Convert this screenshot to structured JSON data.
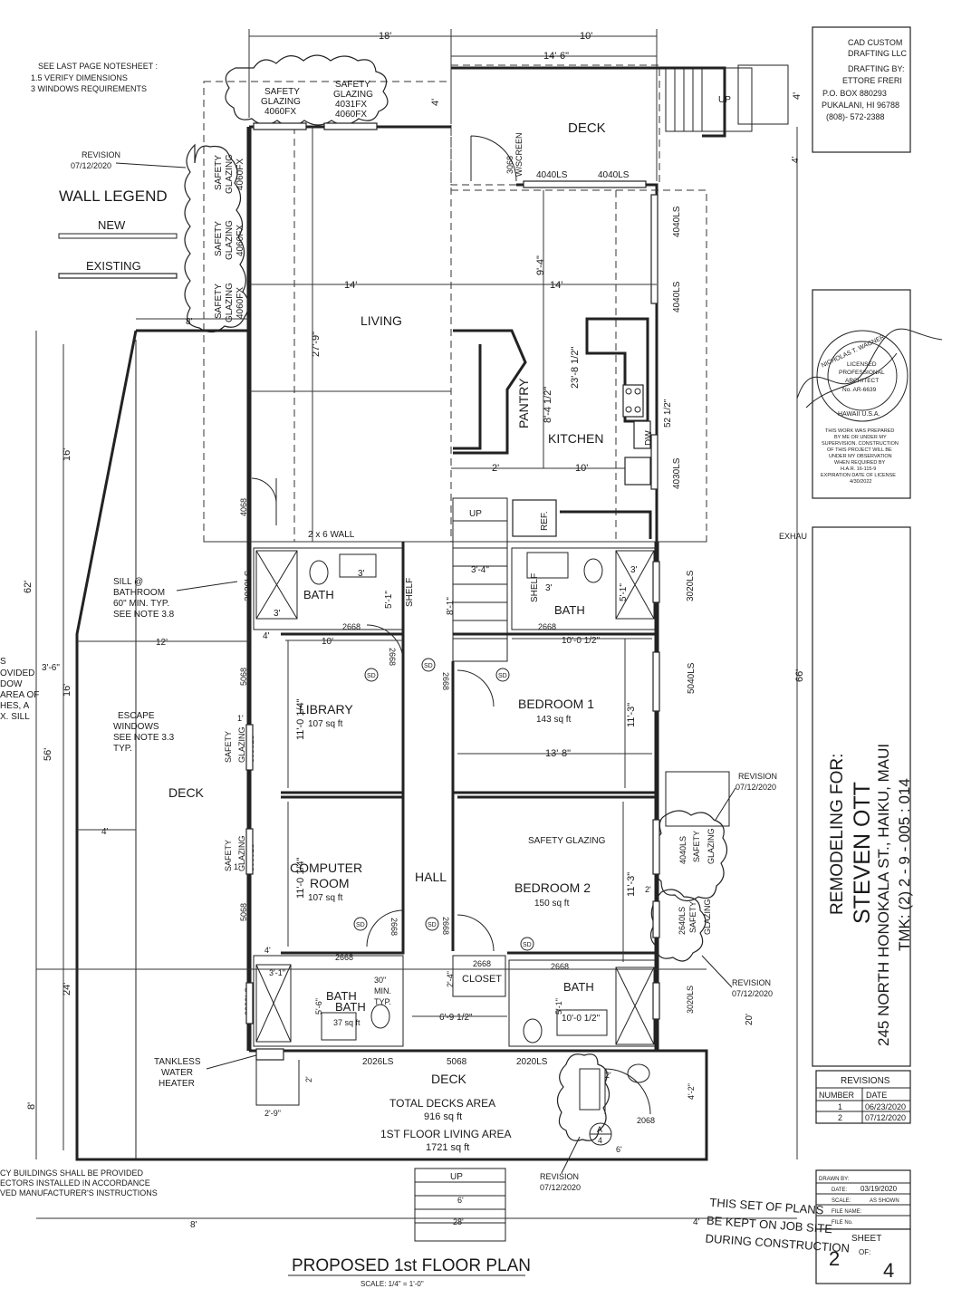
{
  "notes": {
    "header": "SEE LAST PAGE NOTESHEET :",
    "line1": "1.5 VERIFY DIMENSIONS",
    "line2": "3    WINDOWS REQUIREMENTS"
  },
  "legend": {
    "title": "WALL LEGEND",
    "new": "NEW",
    "existing": "EXISTING"
  },
  "firm": {
    "name1": "CAD CUSTOM",
    "name2": "DRAFTING LLC",
    "drafting_by": "DRAFTING BY:",
    "drafter": "ETTORE FRERI",
    "po": "P.O. BOX 880293",
    "city": "PUKALANI, HI 96788",
    "phone": "(808)- 572-2388"
  },
  "stamp": {
    "arc_top": "NICHOLAS T. WAGNER",
    "line1": "LICENSED",
    "line2": "PROFESSIONAL",
    "line3": "ARCHITECT",
    "license": "No. AR-6639",
    "arc_bottom": "HAWAII U.S.A.",
    "note1": "THIS WORK WAS PREPARED",
    "note2": "BY ME OR UNDER MY",
    "note3": "SUPERVISION. CONSTRUCTION",
    "note4": "OF THIS PROJECT WILL BE",
    "note5": "UNDER MY OBSERVATION",
    "note6": "WHEN REQUIRED BY",
    "note7": "H.A.R. 16-115-9",
    "note8": "EXPIRATION DATE OF LICENSE",
    "note9": "4/30/2022"
  },
  "project": {
    "label": "REMODELING FOR:",
    "client": "STEVEN OTT",
    "address": "245 NORTH HONOKALA ST., HAIKU, MAUI",
    "tmk": "TMK: (2) 2 - 9 - 005 : 014"
  },
  "revisions": {
    "title": "REVISIONS",
    "col_number": "NUMBER",
    "col_date": "DATE",
    "rows": [
      {
        "number": "1",
        "date": "06/23/2020"
      },
      {
        "number": "2",
        "date": "07/12/2020"
      }
    ]
  },
  "titleblock": {
    "drawn_by": "DRAWN BY:",
    "date_label": "DATE:",
    "date": "03/19/2020",
    "scale_label": "SCALE:",
    "scale": "AS SHOWN",
    "file_name": "FILE NAME:",
    "file_no": "FILE No.",
    "sheet_label": "SHEET",
    "sheet_num": "2",
    "of_label": "OF:",
    "sheet_total": "4"
  },
  "plan": {
    "title": "PROPOSED 1st FLOOR PLAN",
    "scale": "SCALE: 1/4\" = 1'-0\""
  },
  "rooms": {
    "living": "LIVING",
    "deck_top": "DECK",
    "kitchen": "KITCHEN",
    "pantry": "PANTRY",
    "library": "LIBRARY",
    "library_area": "107 sq ft",
    "computer1": "COMPUTER",
    "computer2": "ROOM",
    "computer_area": "107 sq ft",
    "bedroom1": "BEDROOM 1",
    "bedroom1_area": "143 sq ft",
    "bedroom2": "BEDROOM 2",
    "bedroom2_area": "150 sq ft",
    "hall": "HALL",
    "deck_left": "DECK",
    "deck_bottom": "DECK",
    "closet": "CLOSET",
    "bath": "BATH",
    "bath_area": "37 sq ft",
    "ref": "REF.",
    "dw": "DW",
    "shelf": "SHELF",
    "up": "UP"
  },
  "areas": {
    "decks_label": "TOTAL DECKS AREA",
    "decks_value": "916 sq ft",
    "living_label": "1ST FLOOR LIVING AREA",
    "living_value": "1721 sq ft"
  },
  "annotations": {
    "revision": "REVISION",
    "revision_date": "07/12/2020",
    "safety": "SAFETY",
    "glazing": "GLAZING",
    "safety_glazing": "SAFETY GLAZING",
    "w4060fx": "4060FX",
    "w4031fx": "4031FX",
    "w3068": "3068",
    "w_screen": "W/SCREEN",
    "w4040ls": "4040LS",
    "w4030ls": "4030LS",
    "w3020ls": "3020LS",
    "w5040ls": "5040LS",
    "w3030ls": "3030LS",
    "w2640ls": "2640LS",
    "w2026ls": "2026LS",
    "w2020ls": "2020LS",
    "d4068": "4068",
    "d5068": "5068",
    "d2668": "2668",
    "d2068": "2068",
    "sd": "SD",
    "wall_2x6": "2 x 6 WALL",
    "sill1": "SILL @",
    "sill2": "BATHROOM",
    "sill3": "60\" MIN. TYP.",
    "sill4": "SEE NOTE 3.8",
    "escape1": "ESCAPE",
    "escape2": "WINDOWS",
    "escape3": "SEE NOTE 3.3",
    "escape4": "TYP.",
    "tankless1": "TANKLESS",
    "tankless2": "WATER",
    "tankless3": "HEATER",
    "min30a": "30\"",
    "min30b": "MIN.",
    "min30c": "TYP.",
    "exhau": "EXHAU",
    "section_a": "A",
    "section_num": "4",
    "cut_left1": "S",
    "cut_left2": "OVIDED",
    "cut_left3": "DOW",
    "cut_left4": "AREA OF",
    "cut_left5": "HES, A",
    "cut_left6": "X. SILL",
    "cut_bottom1": "CY BUILDINGS SHALL BE PROVIDED",
    "cut_bottom2": "ECTORS INSTALLED IN ACCORDANCE",
    "cut_bottom3": "VED MANUFACTURER'S INSTRUCTIONS",
    "jobsite1": "THIS SET OF PLANS",
    "jobsite2": "BE KEPT ON JOB SITE",
    "jobsite3": "DURING CONSTRUCTION"
  },
  "dimensions": {
    "d18": "18'",
    "d10": "10'",
    "d14_6": "14'-6\"",
    "d4": "4'",
    "d14": "14'",
    "d9_4": "9'-4\"",
    "d27_9": "27'-9\"",
    "d23_8": "23'-8 1/2\"",
    "d8_4": "8'-4 1/2\"",
    "d52": "52 1/2\"",
    "d2": "2'",
    "d8": "8'",
    "d16": "16'",
    "d62": "62'",
    "d56": "56'",
    "d24": "24'",
    "d3_6": "3'-6\"",
    "d12": "12'",
    "d3": "3'",
    "d5_1": "5'-1\"",
    "d3_4": "3'-4\"",
    "d8_1": "8'-1\"",
    "d10_0_12": "10'-0 1/2\"",
    "d11_0_14": "11'-0 1/4\"",
    "d11_3": "11'-3\"",
    "d13_8": "13'-8\"",
    "d66": "66'",
    "d1": "1'",
    "d3_1": "3'-1\"",
    "d5_6": "5'-6\"",
    "d2_4": "2'-4\"",
    "d6_9": "6'-9 1/2\"",
    "d20": "20'",
    "d4_2": "4'-2\"",
    "d2_9": "2'-9\"",
    "d6": "6'",
    "d28": "28'"
  }
}
